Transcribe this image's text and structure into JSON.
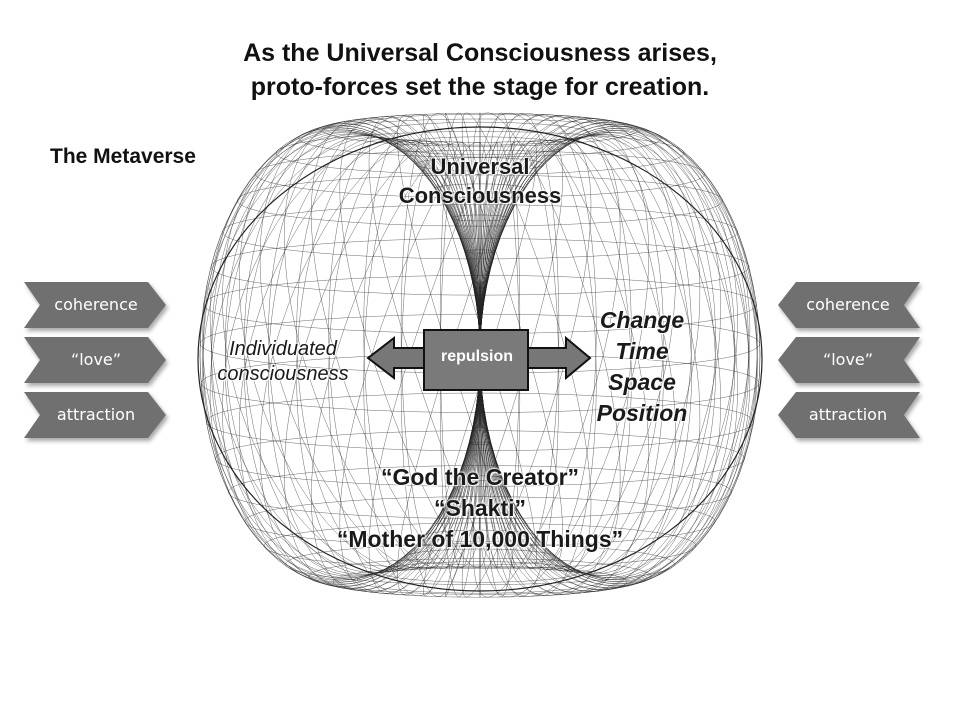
{
  "title": {
    "line1": "As the Universal Consciousness arises,",
    "line2": "proto-forces set the stage for creation."
  },
  "metaverse_label": "The Metaverse",
  "torus": {
    "top_label": [
      "Universal",
      "Consciousness"
    ],
    "left_label": [
      "Individuated",
      "consciousness"
    ],
    "right_label": [
      "Change",
      "Time",
      "Space",
      "Position"
    ],
    "bottom_label": [
      "“God the Creator”",
      "“Shakti”",
      "“Mother of 10,000 Things”"
    ]
  },
  "center_box": {
    "label": "repulsion",
    "color": "#7a7a7a"
  },
  "left_chevrons": [
    "coherence",
    "“love”",
    "attraction"
  ],
  "right_chevrons": [
    "coherence",
    "“love”",
    "attraction"
  ],
  "colors": {
    "chevron": "#707070",
    "wire": "#222222"
  }
}
